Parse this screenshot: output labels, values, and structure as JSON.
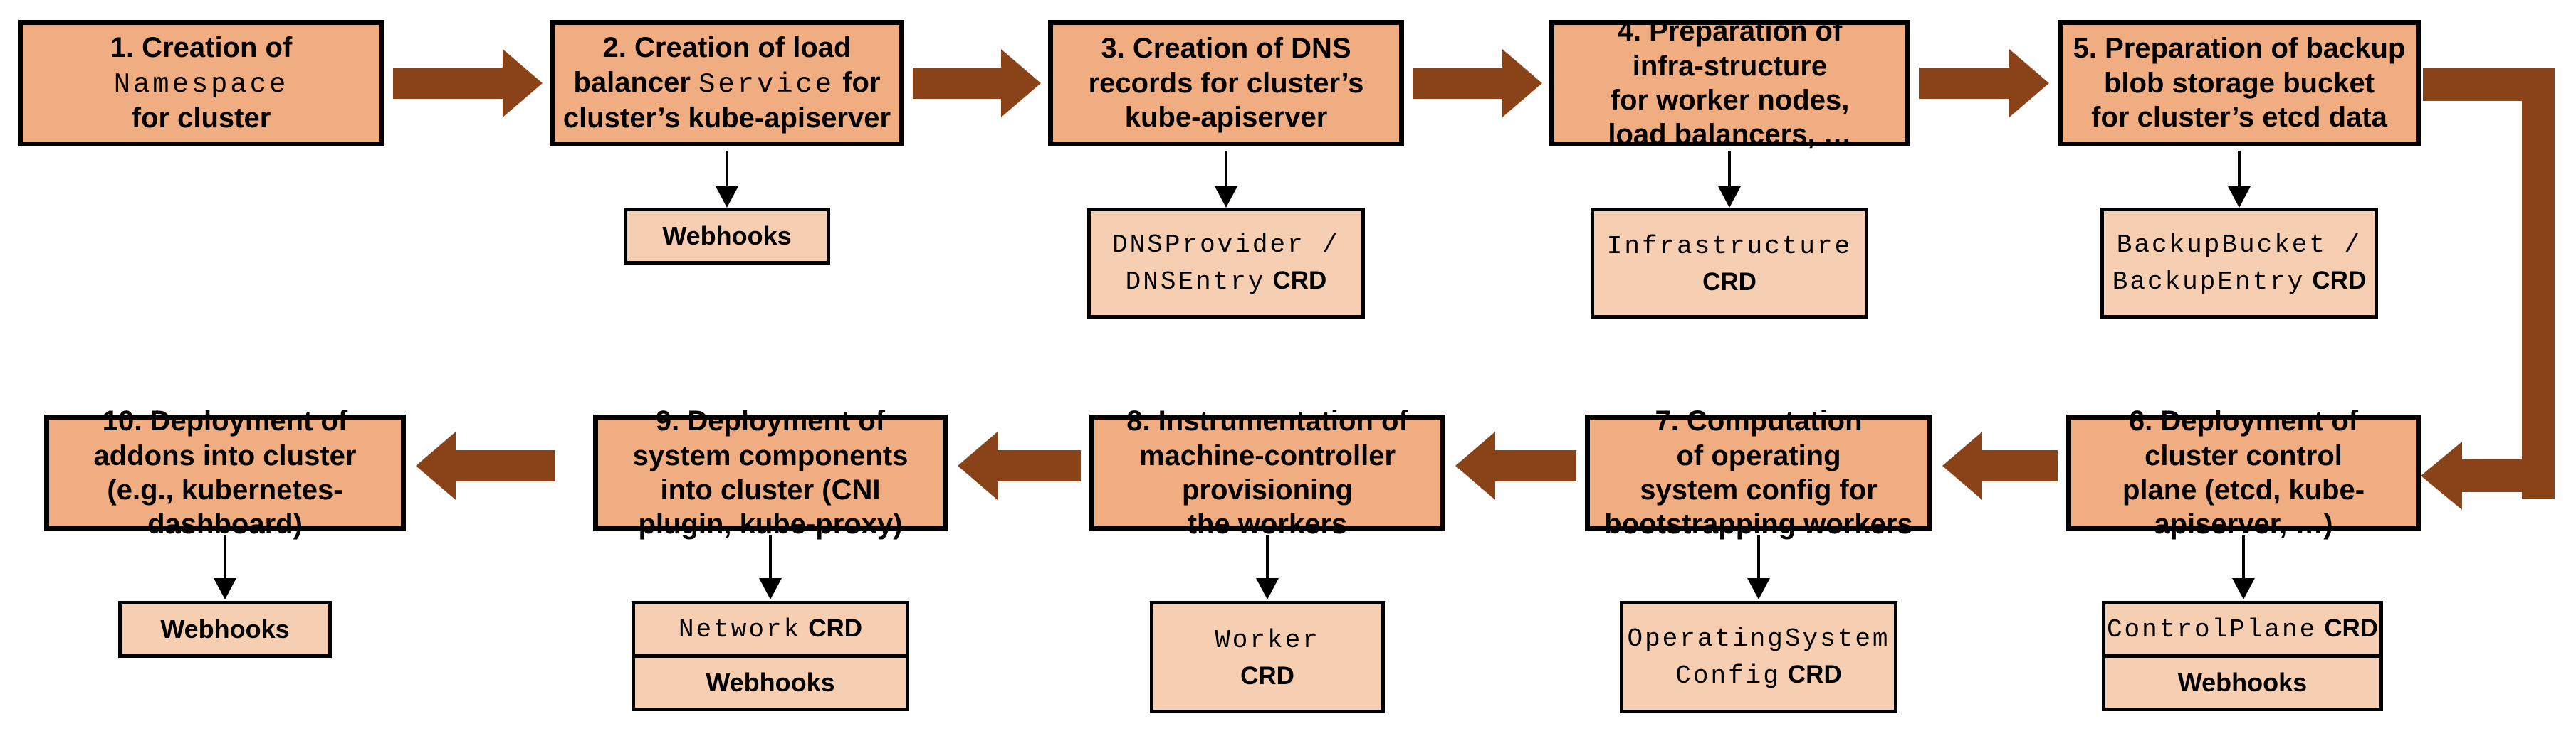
{
  "steps": [
    {
      "pre": "1. Creation of ",
      "mono": "Namespace",
      "post": " for cluster"
    },
    {
      "pre": "2. Creation of load balancer ",
      "mono": "Service",
      "post": " for cluster’s kube-apiserver"
    },
    {
      "pre": "3. Creation of DNS records for cluster’s kube-apiserver"
    },
    {
      "pre": "4. Preparation of infra-structure for worker nodes, load balancers, …"
    },
    {
      "pre": "5. Preparation of backup blob storage bucket for cluster’s etcd data"
    },
    {
      "pre": "6. Deployment of cluster control plane (etcd, kube-apiserver, …)"
    },
    {
      "pre": "7. Computation of operating system config for bootstrapping workers"
    },
    {
      "pre": "8. Instrumentation of machine-controller provisioning the workers"
    },
    {
      "pre": "9. Deployment of system components into cluster (CNI plugin, kube-proxy)"
    },
    {
      "pre": "10. Deployment of addons into cluster (e.g., kubernetes-dashboard)"
    }
  ],
  "sub_boxes": {
    "webhooks_label": "Webhooks",
    "crd_label": "CRD",
    "dns_line1": "DNSProvider /",
    "dns_line2": "DNSEntry",
    "infrastructure": "Infrastructure",
    "backup_line1": "BackupBucket /",
    "backup_line2": "BackupEntry",
    "controlplane": "ControlPlane",
    "os_line1": "OperatingSystem",
    "os_line2": "Config",
    "worker": "Worker",
    "network": "Network"
  },
  "colors": {
    "main_box_fill": "#f1ad82",
    "sub_box_fill": "#f6ceb2",
    "arrow_brown": "#8a4318",
    "border": "#000000"
  }
}
